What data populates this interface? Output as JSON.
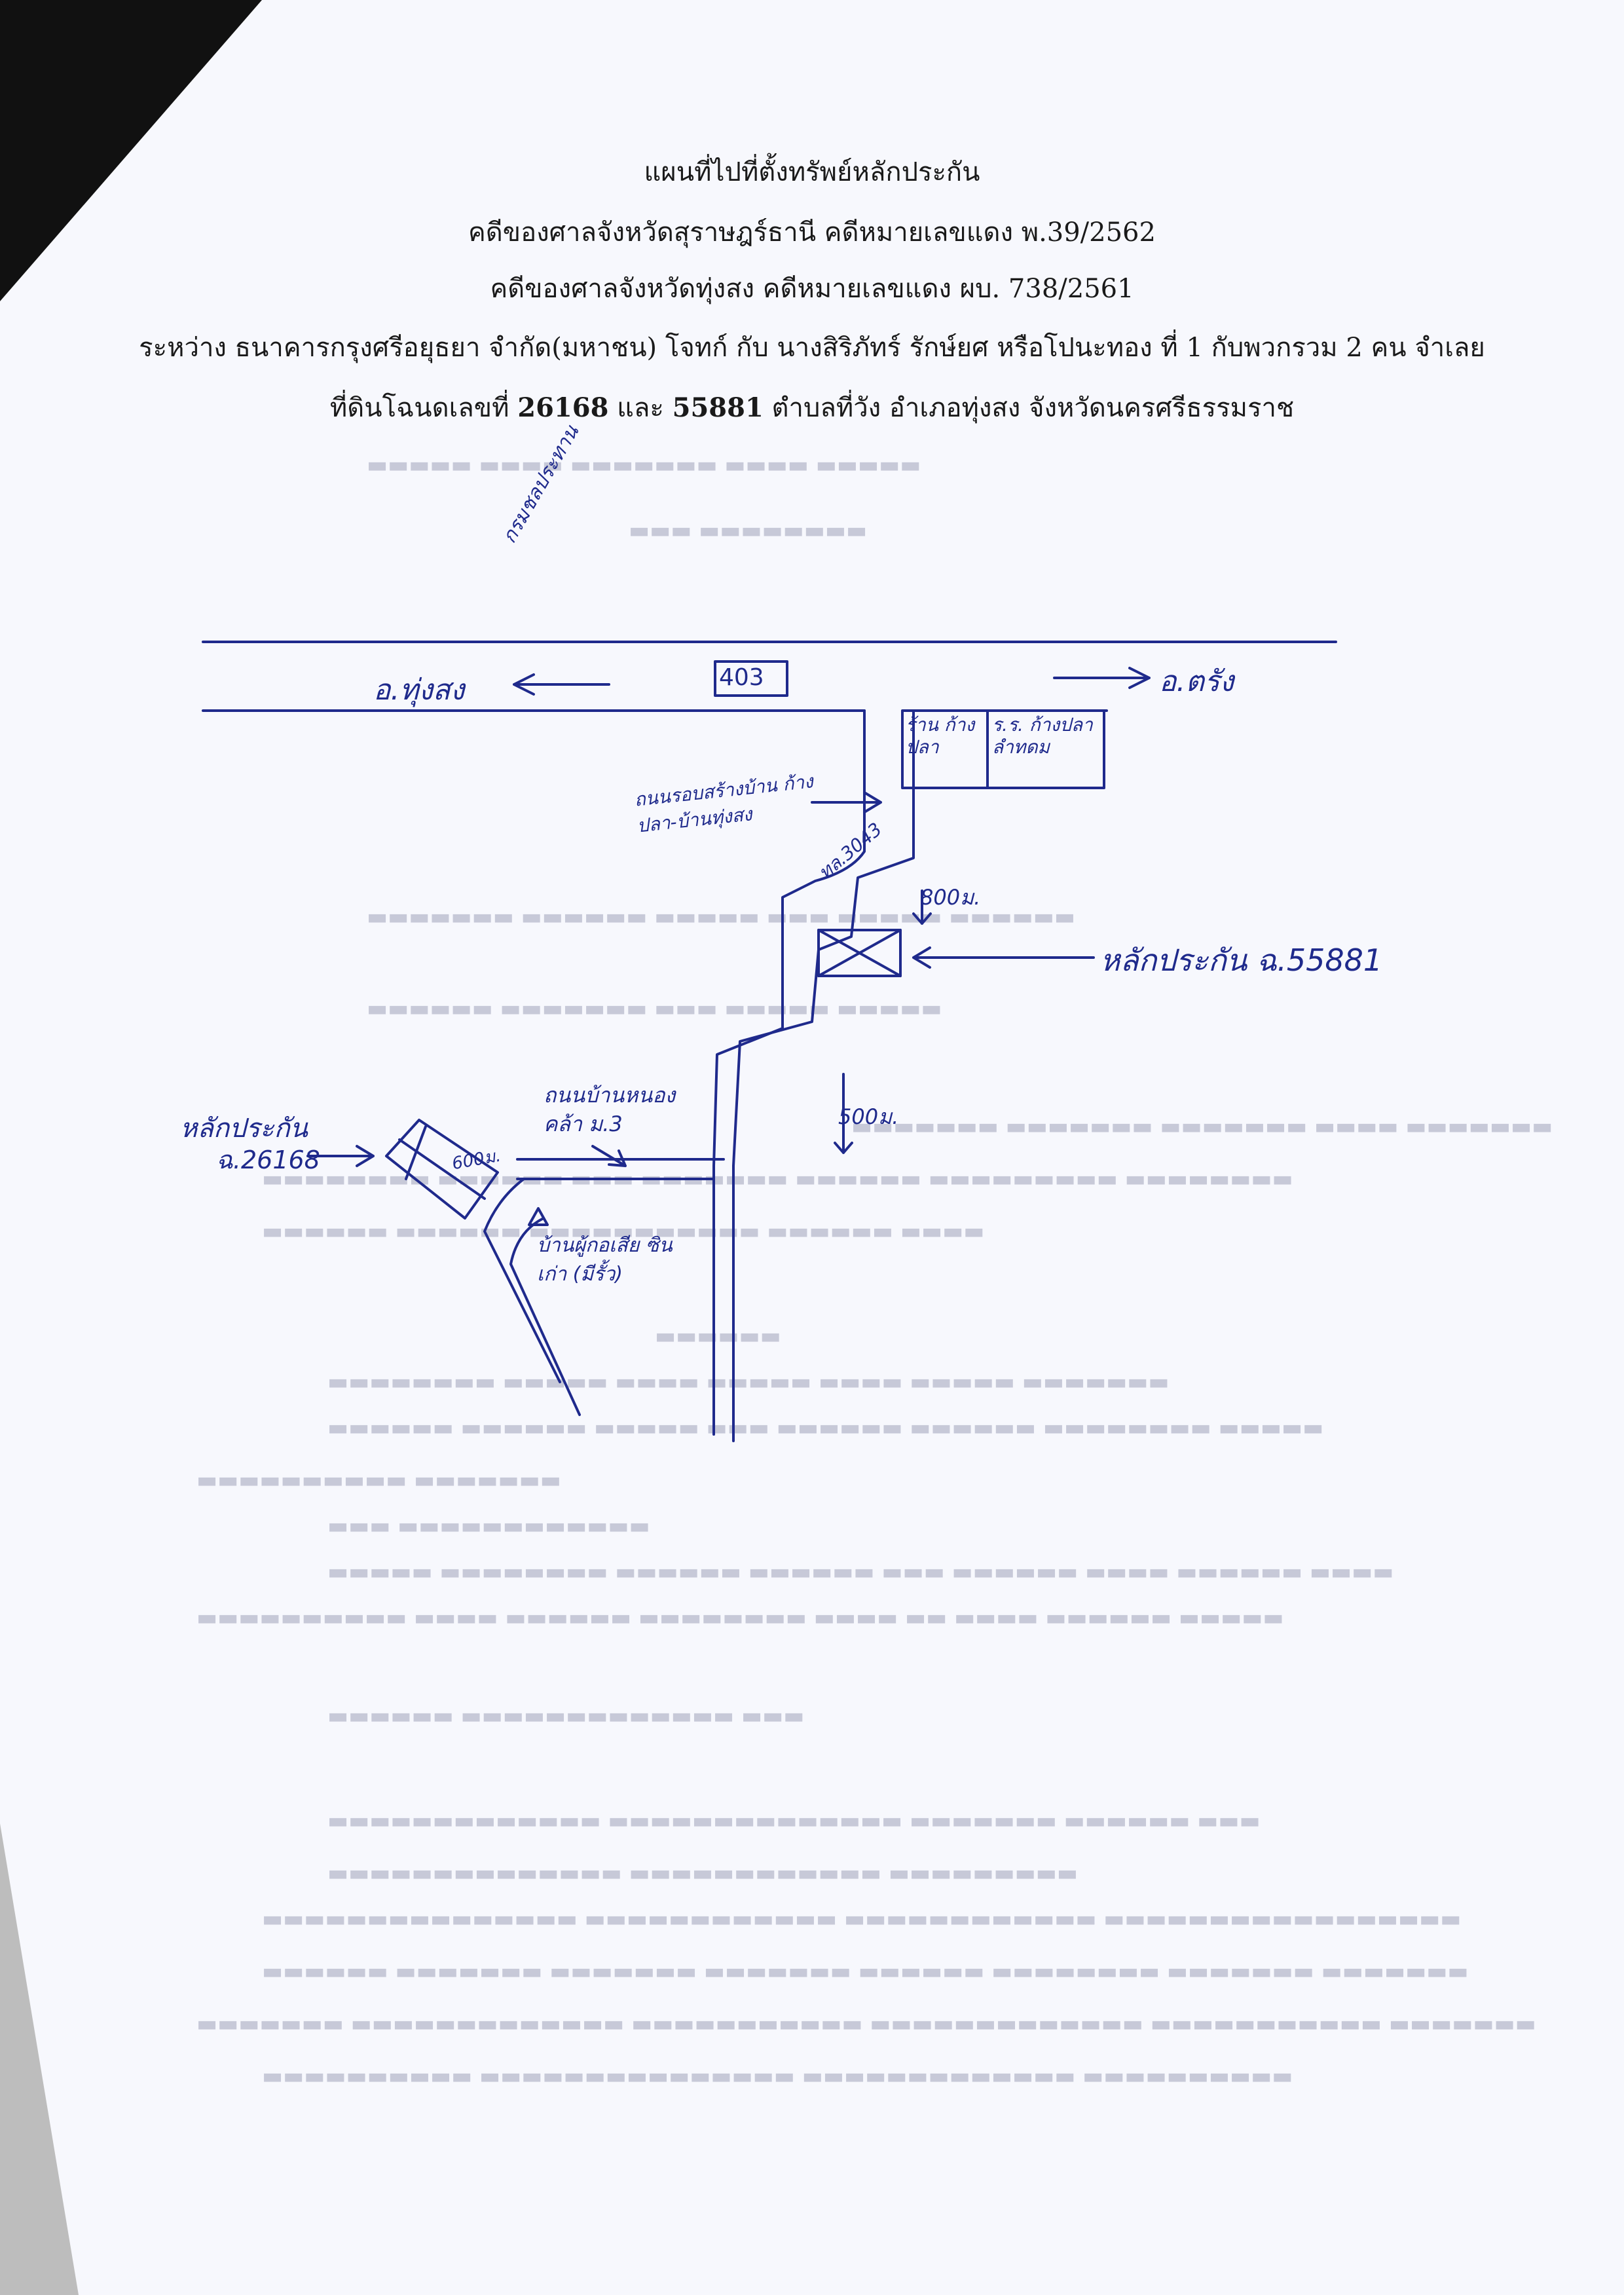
{
  "header": {
    "title": "แผนที่ไปที่ตั้งทรัพย์หลักประกัน",
    "court1": "คดีของศาลจังหวัดสุราษฎร์ธานี     คดีหมายเลขแดง พ.39/2562",
    "court2": "คดีของศาลจังหวัดทุ่งสง  คดีหมายเลขแดง ผบ. 738/2561",
    "parties": "ระหว่าง ธนาคารกรุงศรีอยุธยา จำกัด(มหาชน)     โจทก์   กับ  นางสิริภัทร์ รักษ์ยศ หรือโปนะทอง ที่ 1 กับพวกรวม 2 คน    จำเลย",
    "land_prefix": "ที่ดินโฉนดเลขที่ ",
    "deed1": "26168",
    "land_and": " และ ",
    "deed2": "55881",
    "land_suffix": "  ตำบลที่วัง   อำเภอทุ่งสง  จังหวัดนครศรีธรรมราช"
  },
  "map": {
    "road_number": "403",
    "to_thungsong": "อ.ทุ่งสง",
    "to_trang": "อ.ตรัง",
    "dept_label": "กรมชลประทาน",
    "shop1": "ร้าน ก้างปลา",
    "shop2": "ร.ร. ก้างปลา ลำทดม",
    "side_road": "ถนนรอบสร้างบ้าน ก้างปลา-บ้านทุ่งสง",
    "route_no": "ทล.3043",
    "dist1": "800ม.",
    "collateral1": "หลักประกัน ฉ.55881",
    "dist2": "500ม.",
    "village_road": "ถนนบ้านหนอง คล้า ม.3",
    "dist3": "600ม.",
    "collateral2_a": "หลักประกัน",
    "collateral2_b": "ฉ.26168",
    "landmark": "บ้านผู้กอเสีย ซินเก่า (มีรั้ว)"
  },
  "colors": {
    "ink": "#1f2a8c",
    "print": "#1a1a1a"
  }
}
